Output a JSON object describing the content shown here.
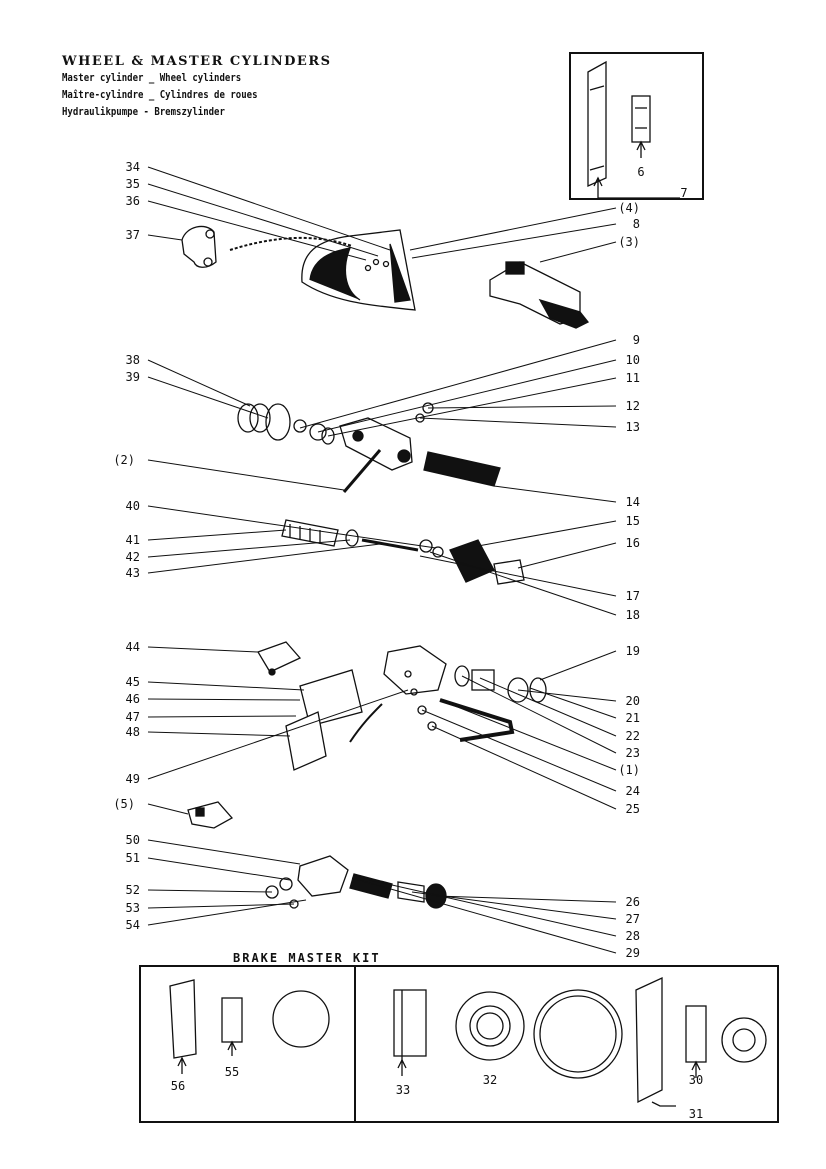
{
  "header": {
    "title": "WHEEL & MASTER CYLINDERS",
    "subtitles": [
      "Master cylinder _ Wheel cylinders",
      "Maître-cylindre _ Cylindres de roues",
      "Hydraulikpumpe - Bremszylinder"
    ]
  },
  "kit": {
    "title": "BRAKE MASTER KIT"
  },
  "labels_right": [
    "(4)",
    "8",
    "(3)",
    "9",
    "10",
    "11",
    "12",
    "13",
    "14",
    "15",
    "16",
    "17",
    "18",
    "19",
    "20",
    "21",
    "22",
    "23",
    "(1)",
    "24",
    "25",
    "26",
    "27",
    "28",
    "29"
  ],
  "labels_left": [
    "34",
    "35",
    "36",
    "37",
    "38",
    "39",
    "(2)",
    "40",
    "41",
    "42",
    "43",
    "44",
    "45",
    "46",
    "47",
    "48",
    "49",
    "(5)",
    "50",
    "51",
    "52",
    "53",
    "54"
  ],
  "inset_labels": [
    "6",
    "7"
  ],
  "kit_labels": [
    "56",
    "55",
    "33",
    "32",
    "30",
    "31"
  ]
}
